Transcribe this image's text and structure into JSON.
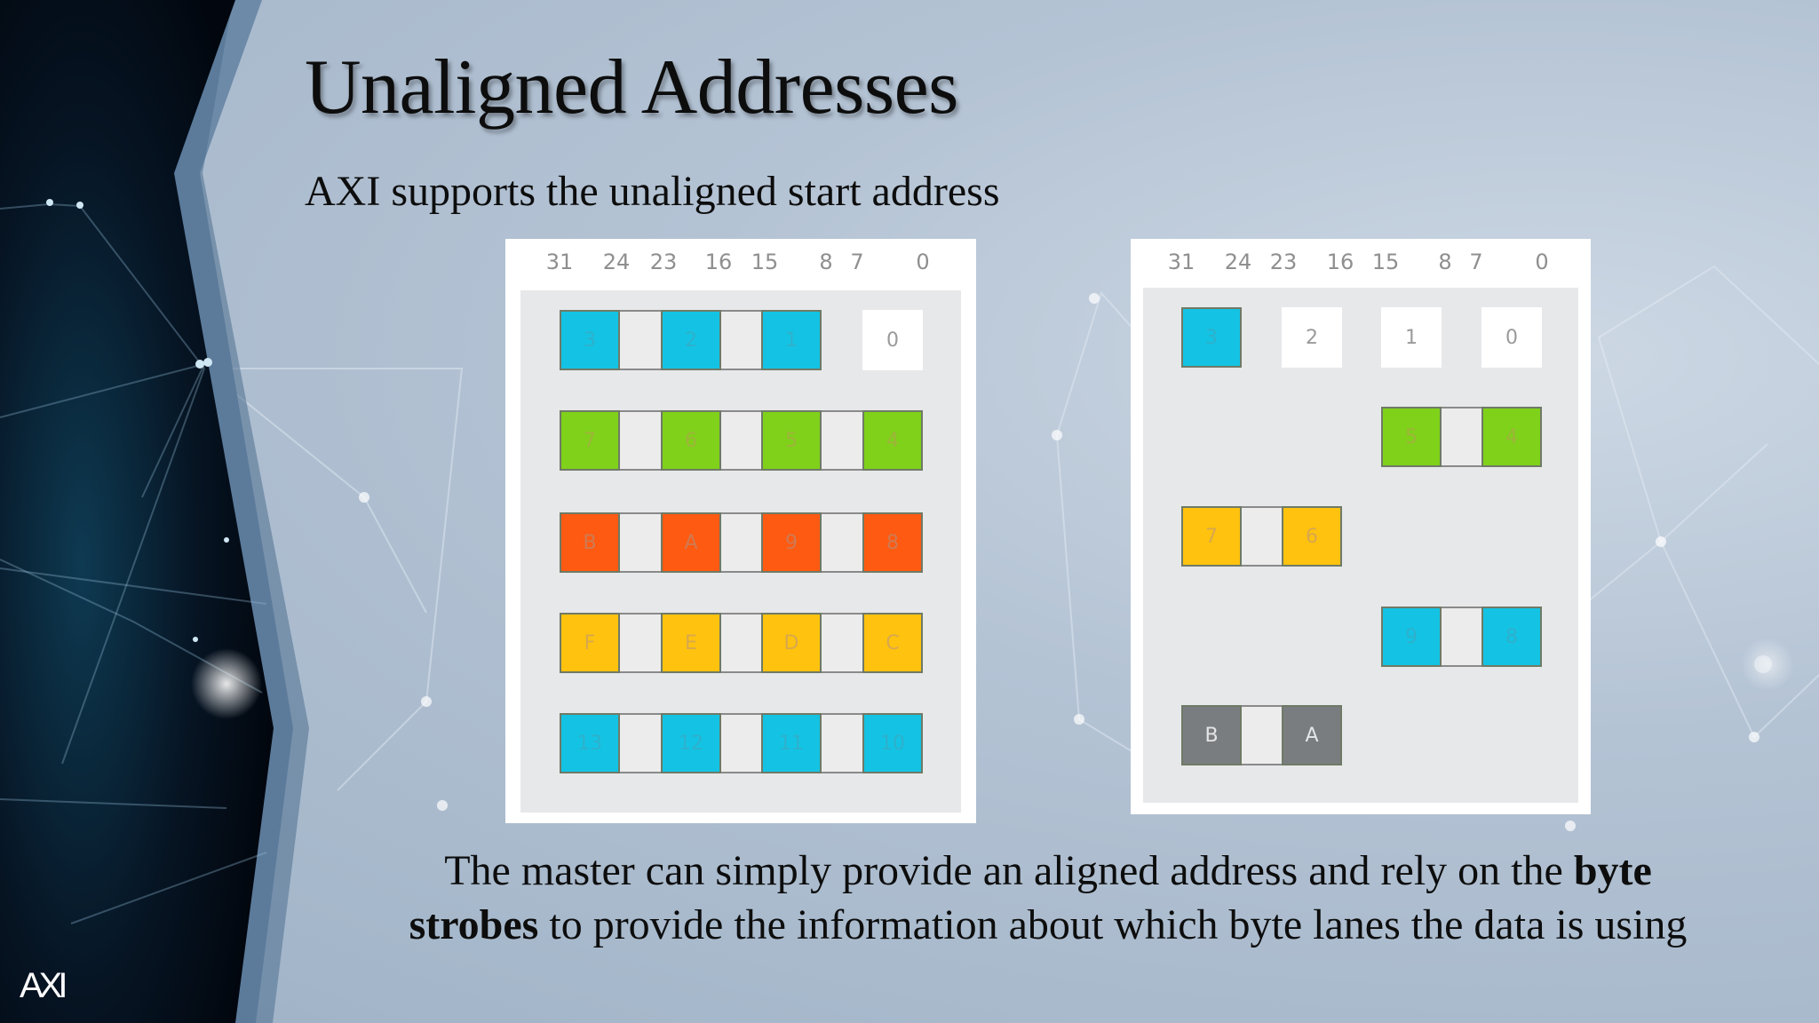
{
  "title": "Unaligned Addresses",
  "subtitle": "AXI supports the unaligned start address",
  "bit_labels": [
    "31",
    "24",
    "23",
    "16",
    "15",
    "8",
    "7",
    "0"
  ],
  "left_diagram": {
    "rows": [
      [
        {
          "label": "3",
          "color": "blue"
        },
        {
          "label": "2",
          "color": "blue"
        },
        {
          "label": "1",
          "color": "blue"
        },
        {
          "label": "0",
          "color": "white"
        }
      ],
      [
        {
          "label": "7",
          "color": "green"
        },
        {
          "label": "6",
          "color": "green"
        },
        {
          "label": "5",
          "color": "green"
        },
        {
          "label": "4",
          "color": "green"
        }
      ],
      [
        {
          "label": "B",
          "color": "red"
        },
        {
          "label": "A",
          "color": "red"
        },
        {
          "label": "9",
          "color": "red"
        },
        {
          "label": "8",
          "color": "red"
        }
      ],
      [
        {
          "label": "F",
          "color": "yellow"
        },
        {
          "label": "E",
          "color": "yellow"
        },
        {
          "label": "D",
          "color": "yellow"
        },
        {
          "label": "C",
          "color": "yellow"
        }
      ],
      [
        {
          "label": "13",
          "color": "blue"
        },
        {
          "label": "12",
          "color": "blue"
        },
        {
          "label": "11",
          "color": "blue"
        },
        {
          "label": "10",
          "color": "blue"
        }
      ]
    ]
  },
  "right_diagram": {
    "rows": [
      [
        {
          "label": "3",
          "color": "blue"
        },
        {
          "label": "2",
          "color": "white"
        },
        {
          "label": "1",
          "color": "white"
        },
        {
          "label": "0",
          "color": "white"
        }
      ],
      [
        null,
        null,
        {
          "label": "5",
          "color": "green"
        },
        {
          "label": "4",
          "color": "green"
        }
      ],
      [
        {
          "label": "7",
          "color": "yellow"
        },
        {
          "label": "6",
          "color": "yellow"
        },
        null,
        null
      ],
      [
        null,
        null,
        {
          "label": "9",
          "color": "blue"
        },
        {
          "label": "8",
          "color": "blue"
        }
      ],
      [
        {
          "label": "B",
          "color": "gray"
        },
        {
          "label": "A",
          "color": "gray"
        },
        null,
        null
      ]
    ]
  },
  "body": {
    "part1": "The master can simply provide an aligned address and rely on the ",
    "bold1": "byte",
    "bold2": "strobes",
    "part2": " to provide the information about which byte lanes the data is using"
  },
  "logo_text": "AXI",
  "colors": {
    "blue": "#14c3e3",
    "green": "#7fd11a",
    "red": "#ff5a12",
    "yellow": "#ffc20e",
    "gray": "#7a7d80",
    "background": "#b4c3d4",
    "sidebar": "#050d18"
  }
}
